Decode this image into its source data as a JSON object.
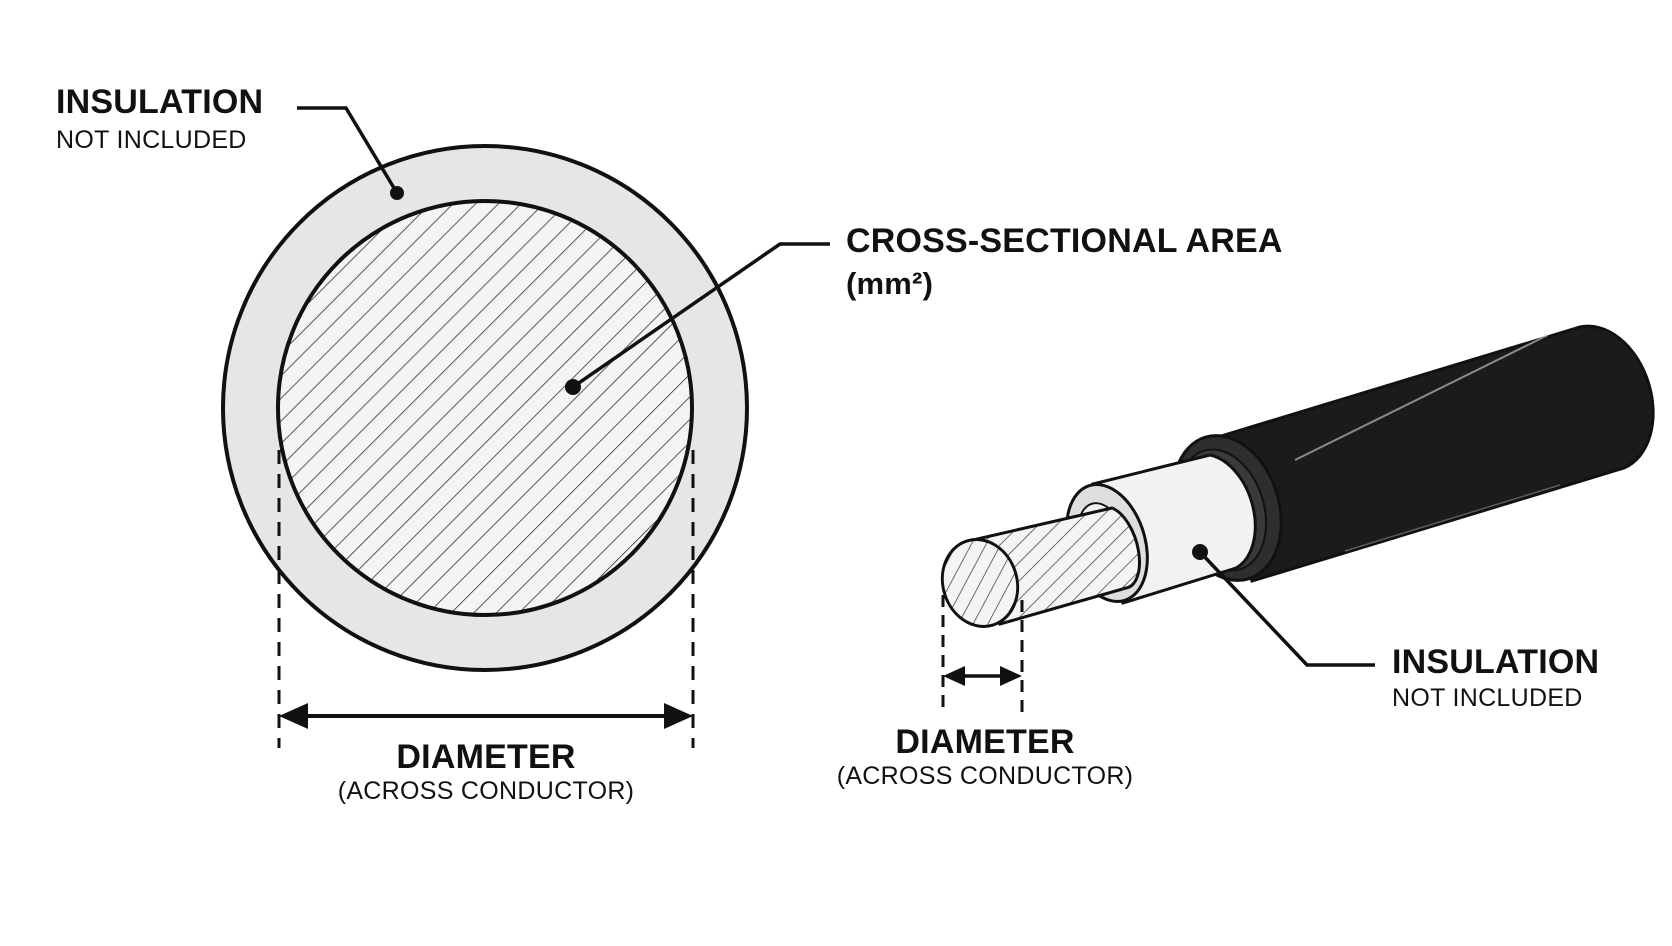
{
  "labels": {
    "insulation_top": {
      "title": "INSULATION",
      "subtitle": "NOT INCLUDED"
    },
    "cross_section": {
      "title": "CROSS-SECTIONAL AREA",
      "subtitle": "(mm²)"
    },
    "diameter_left": {
      "title": "DIAMETER",
      "subtitle": "(ACROSS CONDUCTOR)"
    },
    "insulation_right": {
      "title": "INSULATION",
      "subtitle": "NOT INCLUDED"
    },
    "diameter_right": {
      "title": "DIAMETER",
      "subtitle": "(ACROSS CONDUCTOR)"
    }
  },
  "colors": {
    "ink": "#111111",
    "insulation_ring": "#e6e6e6",
    "conductor_fill": "#f4f4f4",
    "sheath": "#1b1b1b",
    "background": "#ffffff"
  }
}
